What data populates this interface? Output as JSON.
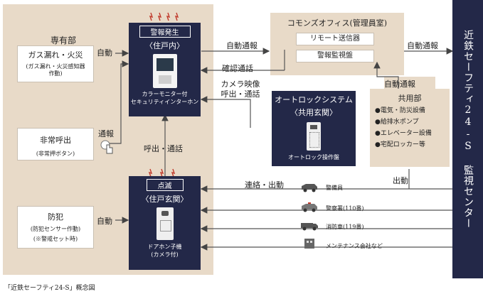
{
  "private_area": {
    "title": "専有部",
    "gas_fire": {
      "title": "ガス漏れ・火災",
      "note": "(ガス漏れ・火災感知器作動)"
    },
    "emergency": {
      "title": "非常呼出",
      "note": "(非常押ボタン)"
    },
    "crime": {
      "title": "防犯",
      "note1": "(防犯センサー作動)",
      "note2": "(※警戒セット時)"
    },
    "auto1": "自動",
    "auto2": "自動",
    "notify": "通報"
  },
  "indoor_unit": {
    "alarm_badge": "警報発生",
    "title": "〈住戸内〉",
    "caption1": "カラーモニター付",
    "caption2": "セキュリティインターホン"
  },
  "entrance_unit": {
    "badge": "点滅",
    "title": "〈住戸玄関〉",
    "caption1": "ドアホン子機",
    "caption2": "(カメラ付)"
  },
  "call_talk": "呼出・通話",
  "commons_office": {
    "title": "コモンズオフィス(管理員室)",
    "item1": "リモート送信器",
    "item2": "警報監視盤"
  },
  "labels": {
    "auto_report_left": "自動通報",
    "auto_report_right": "自動通報",
    "confirm_call": "確認通話",
    "camera_line1": "カメラ映像",
    "camera_line2": "呼出・通話",
    "common_auto_report": "自動通報",
    "contact_dispatch": "連絡・出動",
    "dispatch": "出動"
  },
  "autolock": {
    "title": "オートロックシステム",
    "subtitle": "〈共用玄関〉",
    "caption": "オートロック操作盤"
  },
  "common_area": {
    "title": "共用部",
    "items": [
      "●電気・防災設備",
      "●給排水ポンプ",
      "●エレベーター設備",
      "●宅配ロッカー等"
    ]
  },
  "responders": [
    "警備員",
    "警察署(110番)",
    "消防車(119番)",
    "メンテナンス会社など"
  ],
  "center": "近鉄セーフティ24-S 監視センター",
  "caption": "「近鉄セーフティ24-S」概念図",
  "colors": {
    "tan": "#e8dac8",
    "navy": "#232848",
    "red": "#c0392b"
  }
}
